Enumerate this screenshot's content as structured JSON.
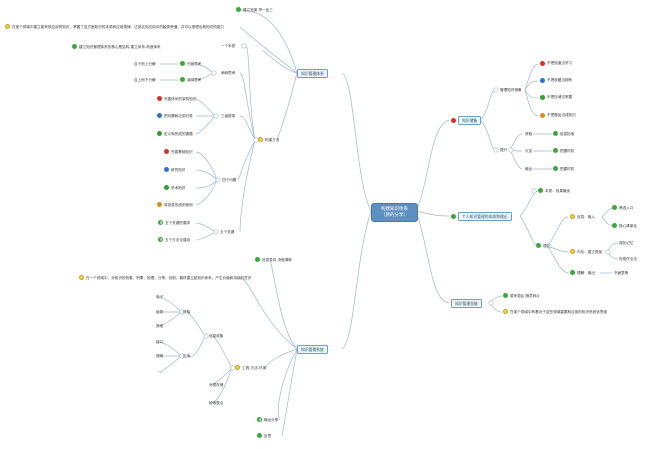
{
  "root": {
    "line1": "构建知识体系",
    "line2": "（我的分享）"
  },
  "right": {
    "b1": "知识储备",
    "b1_a": "管理知识储备",
    "b1_a_items": [
      "不把知道当学习",
      "不把收藏当拥有",
      "不把存储当掌握",
      "不把搬运当成知识"
    ],
    "b1_b": "提升",
    "b1_b_rows": [
      {
        "label": "获取",
        "item": "信息检索"
      },
      {
        "label": "沉淀",
        "item": "把握时机"
      },
      {
        "label": "输出",
        "item": "把握时机"
      }
    ],
    "b2": "个人知识管理的本质和理论",
    "b2_a": "本质：效果最优",
    "b2_b": "理论",
    "b2_b1": "信息：输入",
    "b2_b1_items": [
      "筛选入口",
      "核心清单化"
    ],
    "b2_b2": "内化：建立框架",
    "b2_b2_items": [
      "强化记忆",
      "完成作业法"
    ],
    "b2_b3": "理解：输出",
    "b2_b3_items": [
      "书面表等"
    ],
    "b3": "知识管理思维",
    "b3_a": "原来混乱 随意碎片",
    "b3_b": "在某个领域中有着对于这些领域重要和应用的知识系统化思维"
  },
  "left_top": {
    "b": "知识管理体系",
    "intro1": "建立完美 举一反三",
    "intro2": "在某个领域中建立能有效应用的知识，掌握了这方面知识的本质和应用规律，达到实际应用中的触类旁通，并可以推理出新知识的能力",
    "intro3": "建立知识管理体系的核心是结构-建立体系-构造体系",
    "a": "构建方法",
    "a1": "一个本质",
    "a2": "两种思考",
    "a2_rows": [
      {
        "leaf": "自下而上分解",
        "mid": "归纳思考"
      },
      {
        "leaf": "自上而下分解",
        "mid": "演绎思考"
      }
    ],
    "a3": "三级框架",
    "a3_items": [
      "完善体系的架构知识",
      "把问题和应用归类",
      "定义和完成的课题"
    ],
    "a4": "四个问题",
    "a4_items": [
      "完善基础知识",
      "研究知识",
      "学术知识",
      "将信息系统到常用"
    ],
    "a5": "五个关键",
    "a5_items": [
      "五个关键的要求",
      "五个方法论建设"
    ]
  },
  "left_bottom": {
    "b": "知识管理系统",
    "intro1": "信息导向 流程清晰",
    "intro2": "在一个领域中，对知识的收集、积累、梳理、分享、创新，最终建立起知识体系，产生价值和持续的意识",
    "a": "工具-方法-环境",
    "a1": "信息收集",
    "a1_a": "获取",
    "a1_a_items": [
      "电子",
      "纸张",
      "其他"
    ],
    "a1_b": "应用",
    "a1_b_items": [
      "接口",
      "搜索",
      "..."
    ],
    "a2": "分类存储",
    "a3": "检索整合",
    "a4": "输出分享",
    "a5": "反思"
  }
}
